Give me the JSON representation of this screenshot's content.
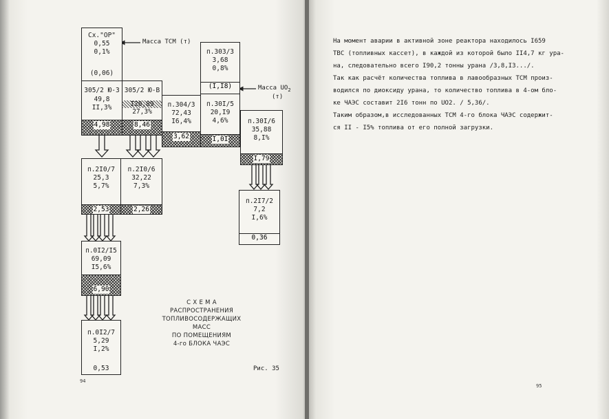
{
  "left": {
    "page_number": "94",
    "fig_label": "Рис. 35",
    "caption": [
      "С Х Е М А",
      "РАСПРОСТРАНЕНИЯ",
      "ТОПЛИВОСОДЕРЖАЩИХ МАСС",
      "ПО ПОМЕЩЕНИЯМ",
      "4-го БЛОКА ЧАЭС"
    ],
    "legend_tcm": "Масса ТСМ (т)",
    "legend_uo2_line1": "Масса UO",
    "legend_uo2_sub": "2",
    "legend_uo2_line2": "(т)",
    "boxes": {
      "shor": {
        "name": "Сх.\"ОР\"",
        "mass": "0,55",
        "pct": "0,1%",
        "uo2": "(0,06)"
      },
      "r305u3": {
        "name": "305/2 Ю-З",
        "mass": "49,8",
        "pct": "II,3%",
        "uo2": "4,98"
      },
      "r305uv": {
        "name": "305/2 Ю-В",
        "mass": "I20,89",
        "pct": "27,3%",
        "uo2": "8,46"
      },
      "r304": {
        "name": "п.304/3",
        "mass": "72,43",
        "pct": "I6,4%",
        "uo2": "3,62"
      },
      "r303": {
        "name": "п.303/3",
        "mass": "3,68",
        "pct": "0,8%",
        "uo2": "(I,I8)"
      },
      "r301_5": {
        "name": "п.30I/5",
        "mass": "20,I9",
        "pct": "4,6%",
        "uo2": "I,0I"
      },
      "r301_6": {
        "name": "п.30I/6",
        "mass": "35,88",
        "pct": "8,I%",
        "uo2": "I,79"
      },
      "r210_7": {
        "name": "п.2I0/7",
        "mass": "25,3",
        "pct": "5,7%",
        "uo2": "2,53"
      },
      "r210_6": {
        "name": "п.2I0/6",
        "mass": "32,22",
        "pct": "7,3%",
        "uo2": "2,26"
      },
      "r217": {
        "name": "п.2I7/2",
        "mass": "7,2",
        "pct": "I,6%",
        "uo2": "0,36"
      },
      "r012_15": {
        "name": "п.0I2/I5",
        "mass": "69,09",
        "pct": "I5,6%",
        "uo2": "6,90"
      },
      "r012_7": {
        "name": "п.0I2/7",
        "mass": "5,29",
        "pct": "I,2%",
        "uo2": "0,53"
      }
    }
  },
  "right": {
    "page_number": "95",
    "paragraphs": [
      "    На момент аварии в активной зоне реактора находилось I659",
      "ТВС (топливных кассет), в каждой из которой было II4,7 кг ура-",
      "на, следовательно всего I90,2 тонны урана  /3,8,I3.../.",
      "    Так как расчёт количества топлива в лавообразных ТСМ произ-",
      "водился по диоксиду урана, то количество топлива в 4-ом бло-",
      "ке ЧАЭС составит 2I6 тонн по UO2. / 5,36/.",
      "    Таким образом,в исследованных ТСМ 4-го блока ЧАЭС содержит-",
      "ся II - I5% топлива от его полной загрузки."
    ]
  }
}
